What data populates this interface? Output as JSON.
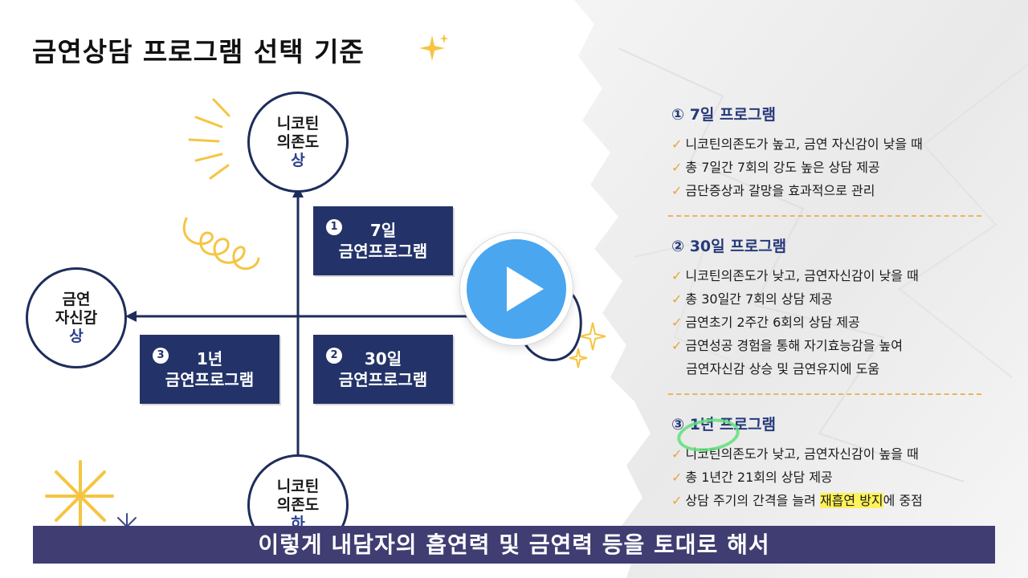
{
  "title": "금연상담 프로그램 선택 기준",
  "circles": {
    "top": {
      "line1": "니코틴",
      "line2": "의존도",
      "level": "상"
    },
    "left": {
      "line1": "금연",
      "line2": "자신감",
      "level": "상"
    },
    "bottom": {
      "line1": "니코틴",
      "line2": "의존도",
      "level": "하"
    }
  },
  "cards": {
    "one": {
      "num": "1",
      "line1": "7일",
      "line2": "금연프로그램"
    },
    "two": {
      "num": "2",
      "line1": "30일",
      "line2": "금연프로그램"
    },
    "three": {
      "num": "3",
      "line1": "1년",
      "line2": "금연프로그램"
    }
  },
  "sections": {
    "s1": {
      "title": "① 7일 프로그램",
      "items": [
        "니코틴의존도가 높고, 금연 자신감이 낮을 때",
        "총 7일간 7회의 강도 높은 상담 제공",
        "금단증상과 갈망을 효과적으로 관리"
      ]
    },
    "s2": {
      "title": "② 30일 프로그램",
      "items": [
        "니코틴의존도가 낮고, 금연자신감이 낮을 때",
        "총 30일간 7회의 상담 제공",
        "금연초기 2주간 6회의 상담 제공",
        "금연성공 경험을 통해 자기효능감을 높여"
      ],
      "cont": "금연자신감 상승 및 금연유지에 도움"
    },
    "s3": {
      "title": "③ 1년 프로그램",
      "items": [
        "니코틴의존도가 낮고, 금연자신감이 높을 때",
        "총 1년간 21회의 상담 제공"
      ],
      "last_pre": "상담 주기의 간격을 늘려 ",
      "last_hl": "재흡연 방지",
      "last_post": "에 중점"
    }
  },
  "subtitle": "이렇게 내담자의 흡연력 및 금연력 등을 토대로 해서",
  "colors": {
    "navy": "#233369",
    "accent_yellow": "#f5c542",
    "subtitle_bg": "#3f3d72",
    "play_blue": "#4aa6ef"
  }
}
